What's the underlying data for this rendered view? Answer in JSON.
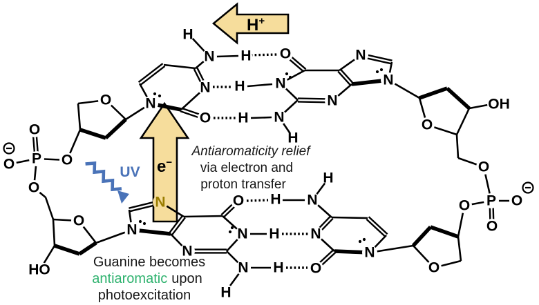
{
  "colors": {
    "arrow_fill": "#f6dd9c",
    "arrow_outline": "#000000",
    "uv_blue": "#4a73b8",
    "antiaromatic_green": "#2eb26e",
    "excited_nitrogen_olive": "#9a7d00",
    "bond_black": "#000000",
    "background": "#ffffff"
  },
  "labels": {
    "proton": {
      "base": "H",
      "sup": "+"
    },
    "electron": {
      "base": "e",
      "sup": "−"
    },
    "uv": "UV",
    "relief": [
      "Antiaromaticity relief",
      "via electron and",
      "proton transfer"
    ],
    "guanine": {
      "line1": "Guanine becomes",
      "line2_green": "antiaromatic",
      "line2_rest": "upon",
      "line3": "photoexcitation"
    }
  },
  "chem": {
    "atoms": [
      [
        "sugar1-O4",
        "O",
        153,
        145
      ],
      [
        "phos1-O-double",
        "O",
        50,
        188
      ],
      [
        "phos1-P",
        "P",
        53,
        230
      ],
      [
        "phos1-O-minus",
        "O",
        13,
        238
      ],
      [
        "phos1-O-bridge",
        "O",
        49,
        272
      ],
      [
        "phos1-O-ester",
        "O",
        97,
        232
      ],
      [
        "sugar2-O4",
        "O",
        114,
        320
      ],
      [
        "sugar2-HO",
        "HO",
        57,
        391
      ],
      [
        "cyt1-N1",
        "N",
        218,
        150
      ],
      [
        "cyt1-O2",
        "O",
        297,
        171
      ],
      [
        "cyt1-N3",
        "N",
        297,
        127
      ],
      [
        "cyt1-N4",
        "N",
        303,
        82
      ],
      [
        "cyt1-N4-H",
        "H",
        272,
        50
      ],
      [
        "hbond1-H",
        "H",
        356,
        81
      ],
      [
        "gua1-O6",
        "O",
        413,
        78
      ],
      [
        "gua1-N1",
        "N",
        406,
        121
      ],
      [
        "hbond2-H",
        "H",
        347,
        125
      ],
      [
        "gua1-N3",
        "N",
        481,
        146
      ],
      [
        "gua1-N7",
        "N",
        522,
        80
      ],
      [
        "gua1-N9",
        "N",
        562,
        116
      ],
      [
        "gua1-N2",
        "N",
        404,
        170
      ],
      [
        "hbond3-H",
        "H",
        352,
        171
      ],
      [
        "gua1-N2-H",
        "H",
        424,
        200
      ],
      [
        "sugar3-O4",
        "O",
        618,
        181
      ],
      [
        "sugar3-OH",
        "OH",
        722,
        151
      ],
      [
        "phos2-O5",
        "O",
        700,
        242
      ],
      [
        "phos2-P",
        "P",
        711,
        291
      ],
      [
        "phos2-O-minus",
        "O",
        748,
        291
      ],
      [
        "phos2-O-double",
        "O",
        712,
        328
      ],
      [
        "phos2-O3",
        "O",
        672,
        298
      ],
      [
        "sugar4-O4",
        "O",
        628,
        388
      ],
      [
        "cyt2-N1",
        "N",
        535,
        366
      ],
      [
        "cyt2-O2",
        "O",
        457,
        389
      ],
      [
        "cyt2-N3",
        "N",
        457,
        339
      ],
      [
        "cyt2-N4",
        "N",
        452,
        290
      ],
      [
        "cyt2-N4-H",
        "H",
        475,
        258
      ],
      [
        "hbond4-H",
        "H",
        399,
        289
      ],
      [
        "gua2-N1",
        "N",
        351,
        339
      ],
      [
        "hbond5-H",
        "H",
        397,
        339
      ],
      [
        "gua2-N2",
        "N",
        352,
        388
      ],
      [
        "hbond6-H",
        "H",
        403,
        388
      ],
      [
        "gua2-N2-H",
        "H",
        327,
        424
      ],
      [
        "gua2-N3",
        "N",
        271,
        364
      ],
      [
        "gua2-O6",
        "O",
        345,
        291
      ],
      [
        "gua2-N9",
        "N",
        191,
        333
      ],
      [
        "gua2-N7",
        "N",
        232,
        293,
        "#9a7d00",
        "#f6dd9c"
      ]
    ],
    "bonds": [
      [
        153,
        145,
        182,
        173,
        "s"
      ],
      [
        182,
        173,
        153,
        200,
        "b"
      ],
      [
        153,
        200,
        116,
        188,
        "b"
      ],
      [
        116,
        188,
        113,
        150,
        "s"
      ],
      [
        113,
        150,
        153,
        145,
        "s"
      ],
      [
        182,
        173,
        218,
        150,
        "s"
      ],
      [
        116,
        188,
        97,
        232,
        "s"
      ],
      [
        53,
        230,
        50,
        191,
        "d"
      ],
      [
        53,
        230,
        13,
        238,
        "s"
      ],
      [
        53,
        230,
        49,
        272,
        "s"
      ],
      [
        53,
        230,
        97,
        232,
        "s"
      ],
      [
        49,
        272,
        66,
        286,
        "s"
      ],
      [
        66,
        286,
        77,
        318,
        "s"
      ],
      [
        77,
        318,
        114,
        320,
        "s"
      ],
      [
        114,
        320,
        139,
        352,
        "s"
      ],
      [
        139,
        352,
        115,
        368,
        "b"
      ],
      [
        115,
        368,
        79,
        356,
        "b"
      ],
      [
        79,
        356,
        77,
        318,
        "s"
      ],
      [
        79,
        356,
        62,
        384,
        "s"
      ],
      [
        139,
        352,
        191,
        333,
        "s"
      ],
      [
        218,
        150,
        262,
        159,
        "b"
      ],
      [
        262,
        159,
        297,
        171,
        "d"
      ],
      [
        262,
        159,
        297,
        127,
        "s"
      ],
      [
        297,
        127,
        283,
        99,
        "d"
      ],
      [
        283,
        99,
        237,
        94,
        "s"
      ],
      [
        237,
        94,
        202,
        121,
        "d"
      ],
      [
        202,
        121,
        218,
        150,
        "s"
      ],
      [
        283,
        99,
        303,
        82,
        "s"
      ],
      [
        303,
        82,
        277,
        54,
        "s"
      ],
      [
        313,
        82,
        345,
        81,
        "s"
      ],
      [
        357,
        80,
        401,
        79,
        "h"
      ],
      [
        308,
        126,
        336,
        126,
        "h"
      ],
      [
        358,
        125,
        394,
        122,
        "s"
      ],
      [
        309,
        171,
        341,
        171,
        "h"
      ],
      [
        363,
        171,
        393,
        170,
        "s"
      ],
      [
        441,
        102,
        413,
        78,
        "d"
      ],
      [
        441,
        102,
        406,
        121,
        "s"
      ],
      [
        406,
        121,
        431,
        145,
        "s"
      ],
      [
        431,
        145,
        481,
        146,
        "d"
      ],
      [
        481,
        146,
        509,
        122,
        "s"
      ],
      [
        509,
        122,
        491,
        102,
        "d"
      ],
      [
        491,
        102,
        441,
        102,
        "s"
      ],
      [
        491,
        102,
        522,
        80,
        "s"
      ],
      [
        522,
        80,
        567,
        90,
        "d"
      ],
      [
        567,
        90,
        562,
        116,
        "s"
      ],
      [
        562,
        116,
        509,
        122,
        "b"
      ],
      [
        431,
        145,
        404,
        170,
        "s"
      ],
      [
        404,
        170,
        421,
        195,
        "s"
      ],
      [
        562,
        116,
        607,
        142,
        "s"
      ],
      [
        607,
        142,
        618,
        181,
        "s"
      ],
      [
        607,
        142,
        647,
        128,
        "b"
      ],
      [
        647,
        128,
        679,
        157,
        "b"
      ],
      [
        679,
        157,
        661,
        195,
        "s"
      ],
      [
        661,
        195,
        618,
        181,
        "s"
      ],
      [
        679,
        157,
        706,
        152,
        "s"
      ],
      [
        661,
        195,
        663,
        229,
        "s"
      ],
      [
        663,
        229,
        700,
        242,
        "s"
      ],
      [
        700,
        242,
        711,
        291,
        "s"
      ],
      [
        711,
        291,
        712,
        328,
        "d"
      ],
      [
        711,
        291,
        748,
        291,
        "s"
      ],
      [
        711,
        291,
        672,
        298,
        "s"
      ],
      [
        672,
        298,
        663,
        343,
        "s"
      ],
      [
        663,
        343,
        623,
        329,
        "b"
      ],
      [
        623,
        329,
        598,
        356,
        "b"
      ],
      [
        598,
        356,
        628,
        388,
        "s"
      ],
      [
        628,
        388,
        667,
        378,
        "s"
      ],
      [
        667,
        378,
        663,
        343,
        "s"
      ],
      [
        598,
        356,
        535,
        366,
        "s"
      ],
      [
        535,
        366,
        484,
        364,
        "b"
      ],
      [
        484,
        364,
        457,
        389,
        "d"
      ],
      [
        484,
        364,
        457,
        339,
        "s"
      ],
      [
        457,
        339,
        480,
        315,
        "d"
      ],
      [
        480,
        315,
        532,
        316,
        "s"
      ],
      [
        532,
        316,
        559,
        341,
        "d"
      ],
      [
        559,
        341,
        535,
        366,
        "s"
      ],
      [
        480,
        315,
        452,
        290,
        "s"
      ],
      [
        452,
        290,
        472,
        263,
        "s"
      ],
      [
        357,
        291,
        388,
        290,
        "h"
      ],
      [
        409,
        290,
        441,
        290,
        "s"
      ],
      [
        362,
        339,
        386,
        339,
        "s"
      ],
      [
        408,
        339,
        446,
        339,
        "h"
      ],
      [
        363,
        388,
        392,
        388,
        "s"
      ],
      [
        414,
        388,
        445,
        388,
        "h"
      ],
      [
        191,
        333,
        187,
        304,
        "s"
      ],
      [
        187,
        304,
        232,
        293,
        "d"
      ],
      [
        232,
        293,
        266,
        314,
        "s"
      ],
      [
        266,
        314,
        247,
        339,
        "d"
      ],
      [
        247,
        339,
        191,
        333,
        "b"
      ],
      [
        247,
        339,
        271,
        364,
        "s"
      ],
      [
        271,
        364,
        328,
        364,
        "d"
      ],
      [
        328,
        364,
        351,
        339,
        "s"
      ],
      [
        351,
        339,
        322,
        313,
        "s"
      ],
      [
        322,
        313,
        266,
        314,
        "s"
      ],
      [
        322,
        313,
        345,
        291,
        "d"
      ],
      [
        328,
        364,
        352,
        388,
        "s"
      ],
      [
        352,
        388,
        333,
        414,
        "s"
      ]
    ],
    "lone_pairs": [
      [
        224,
        136,
        231,
        139
      ],
      [
        415,
        107,
        420,
        112
      ],
      [
        546,
        104,
        552,
        101
      ],
      [
        203,
        321,
        209,
        324
      ],
      [
        336,
        330,
        333,
        336
      ],
      [
        521,
        350,
        527,
        347
      ]
    ],
    "charges": [
      [
        13,
        215
      ],
      [
        764,
        272
      ]
    ]
  }
}
